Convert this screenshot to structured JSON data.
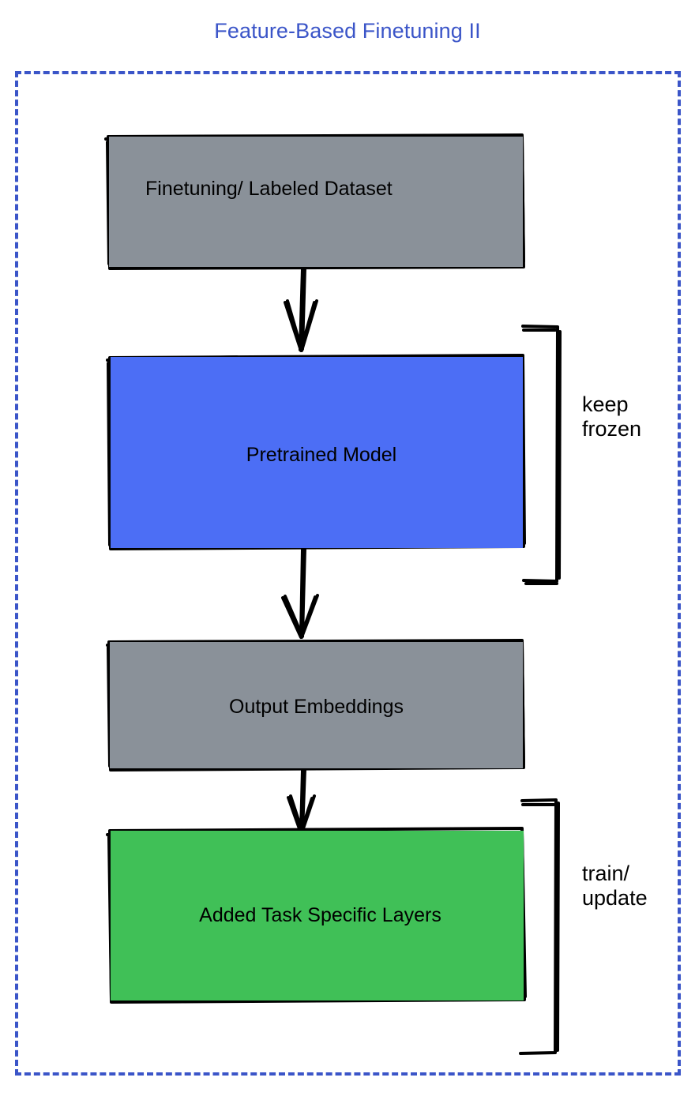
{
  "diagram": {
    "title": "Feature-Based Finetuning II",
    "title_color": "#3b55c8",
    "frame_color": "#3b55c8",
    "frame_style": "dashed",
    "background": "#ffffff"
  },
  "nodes": [
    {
      "id": "finetuning-dataset",
      "label": "Finetuning/ Labeled Dataset",
      "fill": "#8a9199",
      "stroke": "#000000",
      "text_color": "#000000"
    },
    {
      "id": "pretrained-model",
      "label": "Pretrained Model",
      "fill": "#4c6ef5",
      "stroke": "#000000",
      "text_color": "#000000"
    },
    {
      "id": "output-embeddings",
      "label": "Output Embeddings",
      "fill": "#8a9199",
      "stroke": "#000000",
      "text_color": "#000000"
    },
    {
      "id": "added-task-specific-layers",
      "label": "Added Task Specific Layers",
      "fill": "#40c057",
      "stroke": "#000000",
      "text_color": "#000000"
    }
  ],
  "annotations": [
    {
      "id": "keep-frozen",
      "label": "keep\nfrozen",
      "target": "pretrained-model",
      "bracket": "right-brace"
    },
    {
      "id": "train-update",
      "label": "train/\nupdate",
      "target": "added-task-specific-layers",
      "bracket": "right-brace"
    }
  ],
  "connections": [
    {
      "id": "edge-dataset-to-model",
      "from": "finetuning-dataset",
      "to": "pretrained-model",
      "arrow": "down"
    },
    {
      "id": "edge-model-to-embeddings",
      "from": "pretrained-model",
      "to": "output-embeddings",
      "arrow": "down"
    },
    {
      "id": "edge-embeddings-to-layers",
      "from": "output-embeddings",
      "to": "added-task-specific-layers",
      "arrow": "down"
    }
  ]
}
